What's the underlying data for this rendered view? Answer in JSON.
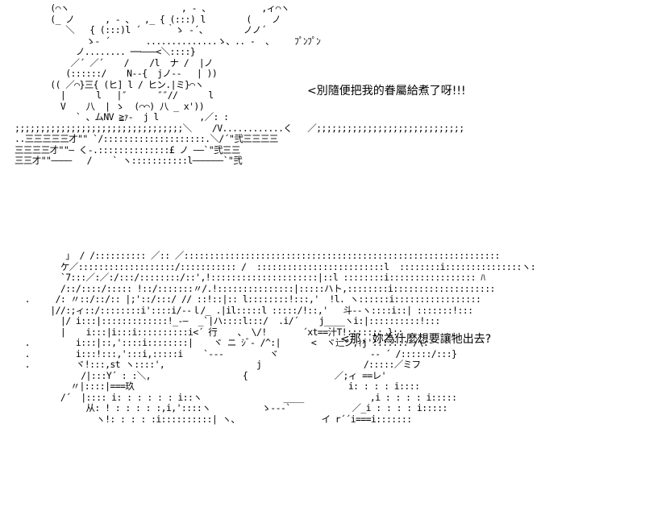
{
  "panels": [
    {
      "dialogue": "<別隨便把我的眷屬給煮了呀!!!",
      "art_lines": [
        "       (⌒ヽ                      , - 、          ,ィ⌒ヽ",
        "       (_ ノ      , - 、  ,_ { (:::) l        (    ノ",
        "          ＼   { (:::)l ´     ｀ゝ -´、       ノノ´",
        "              ゝ- ´       ..............ゝ、.. -  、    ﾌﾟﾝﾌﾟﾝ",
        "            ノ........ ──―――<＼::::}",
        "           ／´ ／´    /    /l  ナ /  |ノ",
        "          (::::::/    N--{  jノ--   | ))",
        "       (( ／⌒}三{ (ヒ] l / ヒン.|ミ}⌒ヽ",
        "         |      l   |″      ″″//      l",
        "         V    八  | ゝ  (⌒⌒) 八 _ x'))",
        "            ` 、ムNV ≧ｧ-  j l        ,／: :",
        ";;;;;;;;;;;;;;;;;;;;;;;;;;;;;;;;;＼    /V............く   ／;;;;;;;;;;;;;;;;;;;;;;;;;;;;;",
        "..三三三三三才\"\" `/::::::::::::::::::::.＼/´\"弐三三三三",
        "三三三三才\"\"― く-.::::::::::::::£ ノ ――`\"弐三三",
        "三三才\"\"――――   /    ` ヽ:::::::::::l――――――`\"弐"
      ]
    },
    {
      "dialogue": "<那，妳為什麼想要讓牠出去?",
      "art_lines": [
        "          」 / /:::::::::: ／:: ／::::::::::::::::::::::::::::::::::::::::::::::::::::::::::::::",
        "         ケ／:::::::::::::::::::/::::::::::: /  :::::::::::::::::::::::::l  ::::::::i:::::::::::::::ヽ:",
        "         `7:::／:／:/:::/::::::::/::',!:::::::::::::::::::::|::l ::::::::i::::::::::::::::: ﾊ",
        "         /::/::::/::::: !::/:::::::〃/.!:::::::::::::::|:::::ハト,::::::::i::::::::::::::::::::",
        "  .     /: 〃::/::/:: |;'::/:::/ // ::!::|:: l::::::::!:::,'  !l. ヽ::::::i:::::::::::::::::",
        "       |//:;ィ::/::::::::i'::::i/--ｌ/_ .|il:::::l :::::/!::,'   斗--ヽ::::i::| :::::::!:::",
        "         |/ i:::|:::::::::::::!_-―  _`|ハ::::l:::/  .i/´    j____ヽi:|::::::::::!:::",
        "         |    i:::|i:::i::::::::::i<´ 行    、 \\/!       ´xt==汁T!::::::: }::",
        "  .         i:::|::,'::::i::::::::|    ヾ ニ ｼﾞ‐ /^:|      <  ヾ辷シ,ｨj'::::::: /\\:",
        "  .         i:::!:::,':::i,:::::i    `--‐         ヾ                  -- ´ /::::::/:::}",
        "  .         ヾ!:::,st ヽ::::',                  j                    /:::::／ミフ",
        "             /|:::Y´ : :＼,                  {                 ／;ィ ==レ'",
        "           〃|::::|===玖                                          i: : : : i::::",
        "         /´  |:::: i: : : : : : i::ヽ                ____             ,i : : : : i:::::",
        "              从: ! : : : : :,i,'::::ヽ          ゝ--‐`            ／_i : : : : i:::::",
        "                ヽ!: : : : :i::::::::::| ヽ、                イ r´´i===i:::::::"
      ]
    }
  ]
}
